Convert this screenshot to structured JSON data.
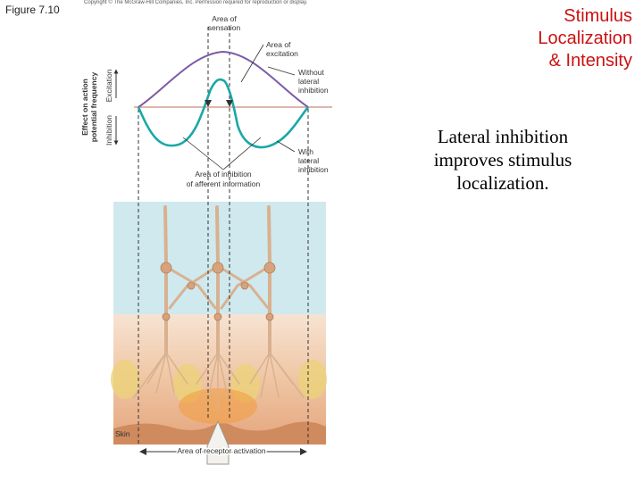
{
  "figure_label": "Figure 7.10",
  "copyright": "Copyright © The McGraw-Hill Companies, Inc. Permission required for reproduction or display.",
  "title_lines": [
    "Stimulus",
    "Localization",
    "& Intensity"
  ],
  "body_lines": [
    "Lateral inhibition",
    "improves stimulus",
    "localization."
  ],
  "diagram": {
    "area_of_sensation": [
      "Area of",
      "sensation"
    ],
    "area_of_excitation": [
      "Area of",
      "excitation"
    ],
    "without_lateral": [
      "Without",
      "lateral",
      "inhibition"
    ],
    "with_lateral": [
      "With",
      "lateral",
      "inhibition"
    ],
    "area_of_inhibition": [
      "Area of inhibition",
      "of afferent information"
    ],
    "y_axis_line1": "Effect on action",
    "y_axis_line2": "potential frequency",
    "excitation": "Excitation",
    "inhibition": "Inhibition",
    "skin": "Skin",
    "area_receptor": "Area of receptor activation"
  },
  "colors": {
    "title_red": "#cc1111",
    "without_curve": "#7b5aa6",
    "with_curve": "#1aa8a8",
    "baseline": "#c98a7a",
    "blue_zone": "#cfe9ee",
    "skin_zone": "#f2c9a6",
    "nerve": "#d9b190"
  }
}
